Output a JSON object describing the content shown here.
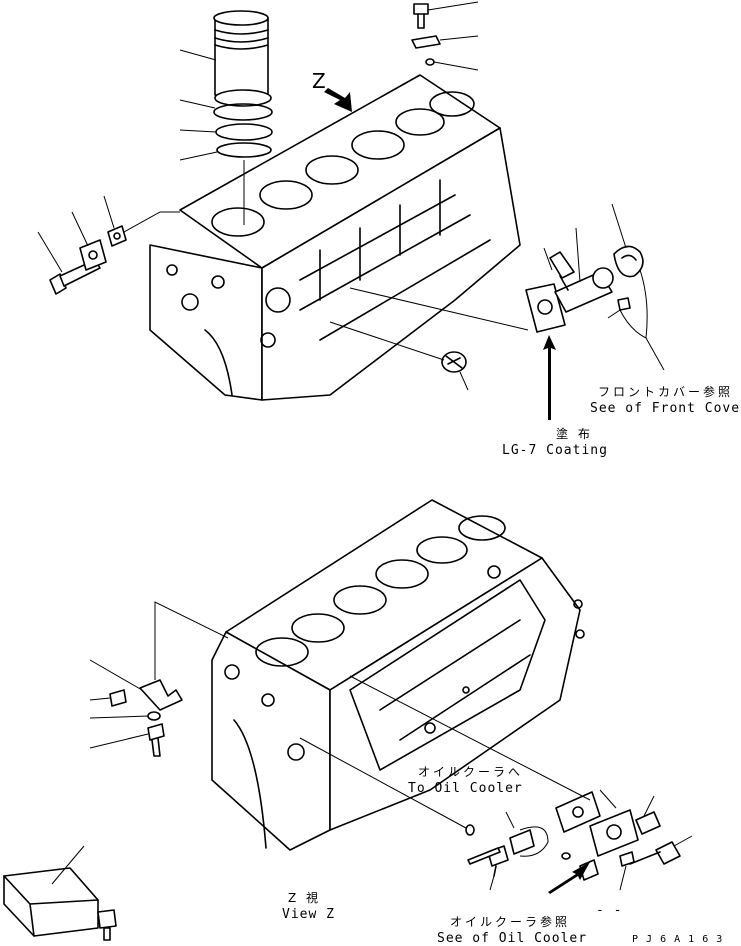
{
  "labels": {
    "view_letter": "Z",
    "front_cover_jp": "フロントカバー参照",
    "front_cover_en": "See of Front Cover",
    "coating_jp": "塗 布",
    "coating_en": "LG-7 Coating",
    "to_cooler_jp": "オイルクーラへ",
    "to_cooler_en": "To Oil Cooler",
    "view_jp": "Z 視",
    "view_en": "View Z",
    "see_cooler_jp": "オイルクーラ参照",
    "see_cooler_en": "See of Oil Cooler",
    "dash": "- -",
    "code": "P J 6 A 1 6 3"
  }
}
